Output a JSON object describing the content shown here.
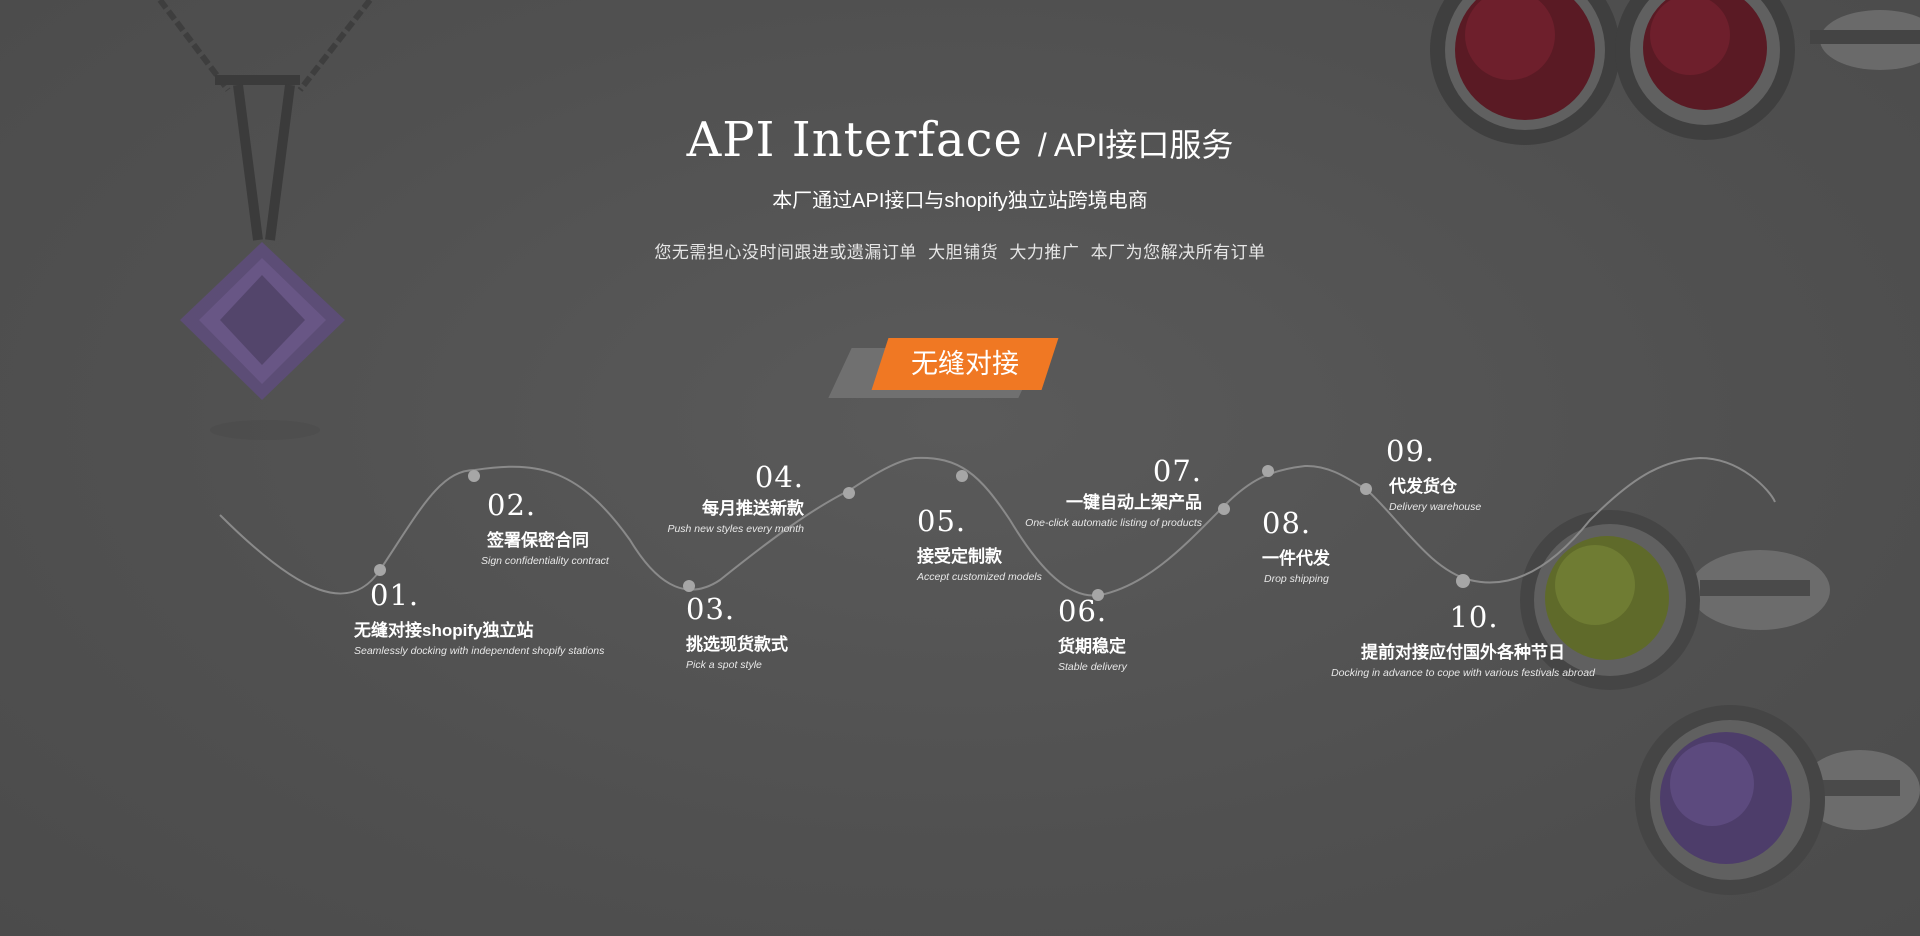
{
  "header": {
    "title": "API  Interface",
    "title_suffix": " / API接口服务",
    "subtitle": "本厂通过API接口与shopify独立站跨境电商",
    "description": "您无需担心没时间跟进或遗漏订单   大胆铺货  大力推广  本厂为您解决所有订单"
  },
  "badge": {
    "label": "无缝对接"
  },
  "steps": [
    {
      "num": "01.",
      "cn": "无缝对接shopify独立站",
      "en": "Seamlessly docking with independent shopify stations"
    },
    {
      "num": "02.",
      "cn": "签署保密合同",
      "en": "Sign confidentiality contract"
    },
    {
      "num": "03.",
      "cn": "挑选现货款式",
      "en": "Pick a spot style"
    },
    {
      "num": "04.",
      "cn": "每月推送新款",
      "en": "Push new styles every month"
    },
    {
      "num": "05.",
      "cn": "接受定制款",
      "en": "Accept customized models"
    },
    {
      "num": "06.",
      "cn": "货期稳定",
      "en": "Stable delivery"
    },
    {
      "num": "07.",
      "cn": "一键自动上架产品",
      "en": "One-click automatic listing of products"
    },
    {
      "num": "08.",
      "cn": "一件代发",
      "en": "Drop shipping"
    },
    {
      "num": "09.",
      "cn": "代发货仓",
      "en": "Delivery warehouse"
    },
    {
      "num": "10.",
      "cn": "提前对接应付国外各种节日",
      "en": "Docking in advance to cope with various festivals abroad"
    }
  ],
  "colors": {
    "accent": "#f07823",
    "background": "#545454",
    "wave": "#8a8a8a"
  },
  "decor": [
    "pendant-amethyst-image",
    "ruby-earrings-image",
    "peridot-earring-image",
    "amethyst-earring-image"
  ]
}
